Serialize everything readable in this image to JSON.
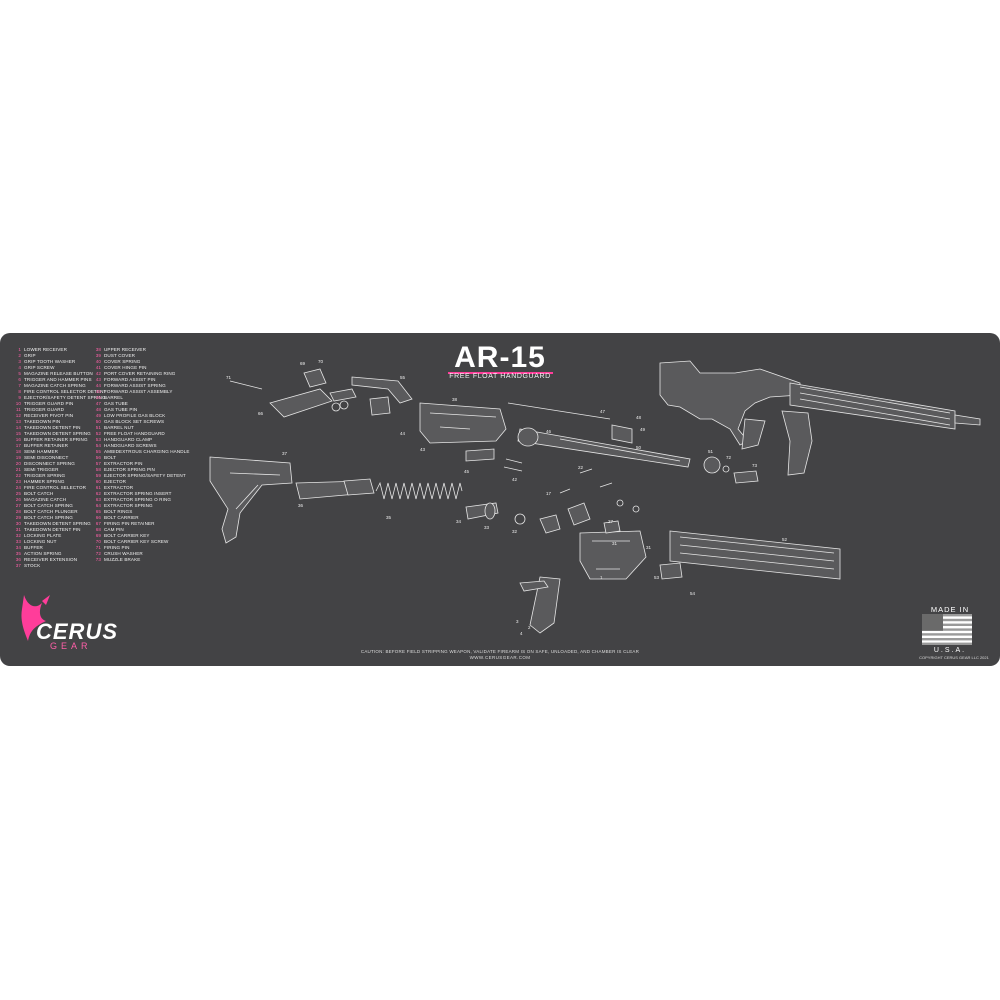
{
  "title": "AR-15",
  "subtitle": "FREE FLOAT HANDGUARD",
  "brand": {
    "name": "CERUS",
    "sub": "GEAR"
  },
  "caution": "CAUTION: BEFORE FIELD STRIPPING WEAPON, VALIDATE FIREARM IS ON SAFE, UNLOADED, AND CHAMBER IS CLEAR",
  "website": "WWW.CERUSGEAR.COM",
  "made_in": "MADE IN",
  "made_country": "U.S.A.",
  "copyright": "COPYRIGHT CERUS GEAR LLC 2021",
  "colors": {
    "mat": "#434345",
    "accent": "#ff3d9a",
    "line": "#e6e6e6"
  },
  "parts_col1": [
    {
      "n": "1",
      "name": "LOWER RECEIVER"
    },
    {
      "n": "2",
      "name": "GRIP"
    },
    {
      "n": "3",
      "name": "GRIP TOOTH WASHER"
    },
    {
      "n": "4",
      "name": "GRIP SCREW"
    },
    {
      "n": "5",
      "name": "MAGAZINE RELEASE BUTTON"
    },
    {
      "n": "6",
      "name": "TRIGGER AND HAMMER PINS"
    },
    {
      "n": "7",
      "name": "MAGAZINE CATCH SPRING"
    },
    {
      "n": "8",
      "name": "FIRE CONTROL SELECTOR DETENT"
    },
    {
      "n": "9",
      "name": "EJECTOR/SAFETY DETENT SPRING"
    },
    {
      "n": "10",
      "name": "TRIGGER GUARD PIN"
    },
    {
      "n": "11",
      "name": "TRIGGER GUARD"
    },
    {
      "n": "12",
      "name": "RECEIVER PIVOT PIN"
    },
    {
      "n": "13",
      "name": "TAKEDOWN PIN"
    },
    {
      "n": "14",
      "name": "TAKEDOWN DETENT PIN"
    },
    {
      "n": "15",
      "name": "TAKEDOWN DETENT SPRING"
    },
    {
      "n": "16",
      "name": "BUFFER RETAINER SPRING"
    },
    {
      "n": "17",
      "name": "BUFFER RETAINER"
    },
    {
      "n": "18",
      "name": "SEMI HAMMER"
    },
    {
      "n": "19",
      "name": "SEMI DISCONNECT"
    },
    {
      "n": "20",
      "name": "DISCONNECT SPRING"
    },
    {
      "n": "21",
      "name": "SEMI TRIGGER"
    },
    {
      "n": "22",
      "name": "TRIGGER SPRING"
    },
    {
      "n": "23",
      "name": "HAMMER SPRING"
    },
    {
      "n": "24",
      "name": "FIRE CONTROL SELECTOR"
    },
    {
      "n": "25",
      "name": "BOLT CATCH"
    },
    {
      "n": "26",
      "name": "MAGAZINE CATCH"
    },
    {
      "n": "27",
      "name": "BOLT CATCH SPRING"
    },
    {
      "n": "28",
      "name": "BOLT CATCH PLUNGER"
    },
    {
      "n": "29",
      "name": "BOLT CATCH SPRING"
    },
    {
      "n": "30",
      "name": "TAKEDOWN DETENT SPRING"
    },
    {
      "n": "31",
      "name": "TAKEDOWN DETENT PIN"
    },
    {
      "n": "32",
      "name": "LOCKING PLATE"
    },
    {
      "n": "33",
      "name": "LOCKING NUT"
    },
    {
      "n": "34",
      "name": "BUFFER"
    },
    {
      "n": "35",
      "name": "ACTION SPRING"
    },
    {
      "n": "36",
      "name": "RECEIVER EXTENSION"
    },
    {
      "n": "37",
      "name": "STOCK"
    }
  ],
  "parts_col2": [
    {
      "n": "38",
      "name": "UPPER RECEIVER"
    },
    {
      "n": "39",
      "name": "DUST COVER"
    },
    {
      "n": "40",
      "name": "COVER SPRING"
    },
    {
      "n": "41",
      "name": "COVER HINGE PIN"
    },
    {
      "n": "42",
      "name": "PORT COVER RETAINING RING"
    },
    {
      "n": "43",
      "name": "FORWARD ASSIST PIN"
    },
    {
      "n": "44",
      "name": "FORWARD ASSIST SPRING"
    },
    {
      "n": "45",
      "name": "FORWARD ASSIST ASSEMBLY"
    },
    {
      "n": "46",
      "name": "BARREL"
    },
    {
      "n": "47",
      "name": "GAS TUBE"
    },
    {
      "n": "48",
      "name": "GAS TUBE PIN"
    },
    {
      "n": "49",
      "name": "LOW PROFILE GAS BLOCK"
    },
    {
      "n": "50",
      "name": "GAS BLOCK SET SCREWS"
    },
    {
      "n": "51",
      "name": "BARREL NUT"
    },
    {
      "n": "52",
      "name": "FREE FLOAT HANDGUARD"
    },
    {
      "n": "53",
      "name": "HANDGUARD CLAMP"
    },
    {
      "n": "54",
      "name": "HANDGUARD SCREWS"
    },
    {
      "n": "55",
      "name": "AMBIDEXTROUS CHARGING HANDLE"
    },
    {
      "n": "56",
      "name": "BOLT"
    },
    {
      "n": "57",
      "name": "EXTRACTOR PIN"
    },
    {
      "n": "58",
      "name": "EJECTOR SPRING PIN"
    },
    {
      "n": "59",
      "name": "EJECTOR SPRING/SAFETY DETENT"
    },
    {
      "n": "60",
      "name": "EJECTOR"
    },
    {
      "n": "61",
      "name": "EXTRACTOR"
    },
    {
      "n": "62",
      "name": "EXTRACTOR SPRING INSERT"
    },
    {
      "n": "63",
      "name": "EXTRACTOR SPRING O RING"
    },
    {
      "n": "64",
      "name": "EXTRACTOR SPRING"
    },
    {
      "n": "65",
      "name": "BOLT RINGS"
    },
    {
      "n": "66",
      "name": "BOLT CARRIER"
    },
    {
      "n": "67",
      "name": "FIRING PIN RETAINER"
    },
    {
      "n": "68",
      "name": "CAM PIN"
    },
    {
      "n": "69",
      "name": "BOLT CARRIER KEY"
    },
    {
      "n": "70",
      "name": "BOLT CARRIER KEY SCREW"
    },
    {
      "n": "71",
      "name": "FIRING PIN"
    },
    {
      "n": "72",
      "name": "CRUSH WASHER"
    },
    {
      "n": "73",
      "name": "MUZZLE BRAKE"
    }
  ]
}
